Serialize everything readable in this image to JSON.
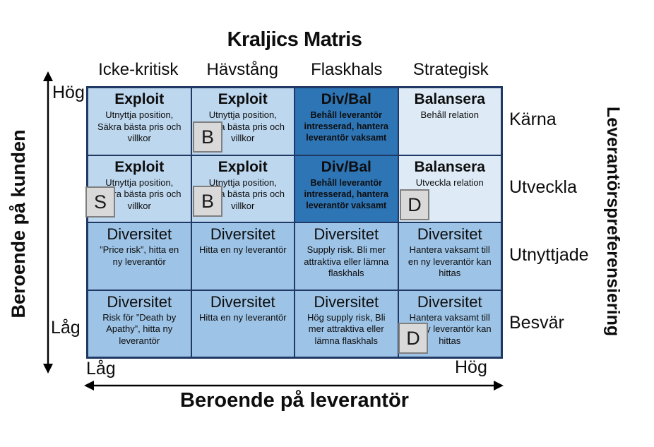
{
  "title": "Kraljics Matris",
  "columns": [
    "Icke-kritisk",
    "Hävstång",
    "Flaskhals",
    "Strategisk"
  ],
  "row_labels": [
    "Kärna",
    "Utveckla",
    "Utnyttjade",
    "Besvär"
  ],
  "left_axis": {
    "label": "Beroende på kunden",
    "top": "Hög",
    "bottom": "Låg"
  },
  "bottom_axis": {
    "label": "Beroende på leverantör",
    "left": "Låg",
    "right": "Hög"
  },
  "right_axis": {
    "label": "Leverantörspreferensiering"
  },
  "cells": [
    {
      "heading": "Exploit",
      "body": "Utnyttja position, Säkra bästa pris och villkor",
      "tone": "light"
    },
    {
      "heading": "Exploit",
      "body": "Utnyttja position, Säkra bästa pris och villkor",
      "tone": "light"
    },
    {
      "heading": "Div/Bal",
      "body": "Behåll leverantör intresserad, hantera leverantör vaksamt",
      "tone": "dark"
    },
    {
      "heading": "Balansera",
      "body": "Behåll relation",
      "tone": "lighter"
    },
    {
      "heading": "Exploit",
      "body": "Utnyttja position, Säkra bästa pris och villkor",
      "tone": "light"
    },
    {
      "heading": "Exploit",
      "body": "Utnyttja position, Säkra bästa pris och villkor",
      "tone": "light"
    },
    {
      "heading": "Div/Bal",
      "body": "Behåll leverantör intresserad, hantera leverantör vaksamt",
      "tone": "dark"
    },
    {
      "heading": "Balansera",
      "body": "Utveckla relation",
      "tone": "lighter"
    },
    {
      "heading": "Diversitet",
      "body": "”Price risk”, hitta en ny leverantör",
      "tone": "mid"
    },
    {
      "heading": "Diversitet",
      "body": "Hitta en ny leverantör",
      "tone": "mid"
    },
    {
      "heading": "Diversitet",
      "body": "Supply risk. Bli mer attraktiva eller lämna flaskhals",
      "tone": "mid"
    },
    {
      "heading": "Diversitet",
      "body": "Hantera vaksamt till en ny leverantör kan hittas",
      "tone": "mid"
    },
    {
      "heading": "Diversitet",
      "body": "Risk för ”Death by Apathy”, hitta ny leverantör",
      "tone": "mid"
    },
    {
      "heading": "Diversitet",
      "body": "Hitta en ny leverantör",
      "tone": "mid"
    },
    {
      "heading": "Diversitet",
      "body": "Hög supply risk, Bli mer attraktiva eller lämna flaskhals",
      "tone": "mid"
    },
    {
      "heading": "Diversitet",
      "body": "Hantera vaksamt till en ny leverantör kan hittas",
      "tone": "mid"
    }
  ],
  "markers": [
    "B",
    "S",
    "B",
    "D",
    "D"
  ],
  "colors": {
    "cell_light": "#BDD7EE",
    "cell_lighter": "#DEEBF7",
    "cell_dark": "#2E75B6",
    "cell_mid": "#9DC3E6",
    "marker_bg": "#D9D9D9",
    "grid_border": "#1F3864"
  }
}
